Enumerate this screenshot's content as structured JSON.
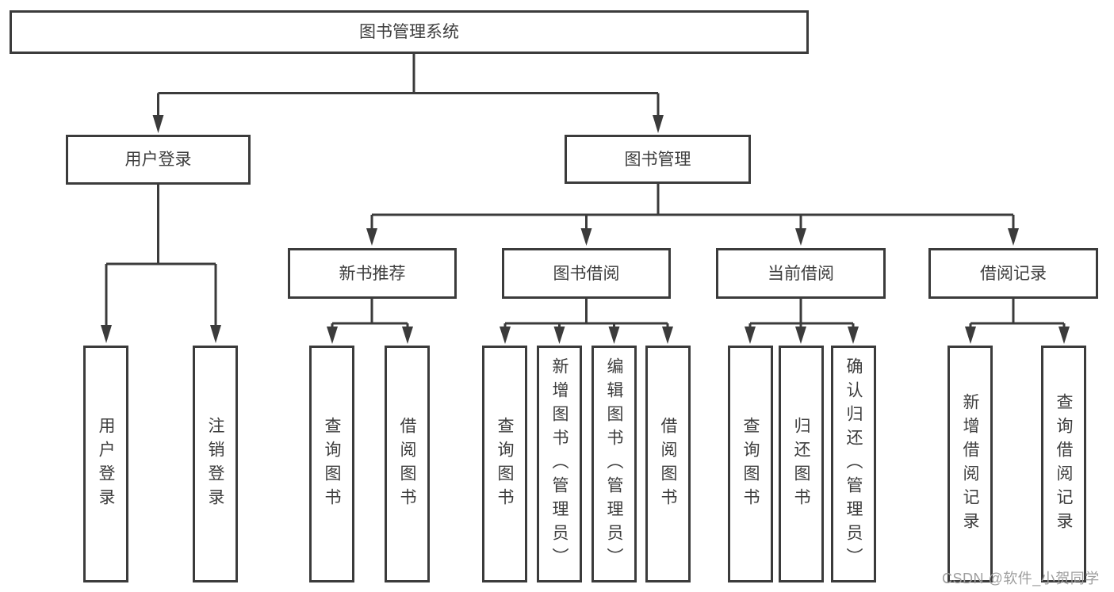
{
  "diagram_type": "functional-decomposition-tree",
  "root": {
    "label": "图书管理系统"
  },
  "level2": [
    {
      "id": "user-login",
      "label": "用户登录",
      "parent": "root"
    },
    {
      "id": "book-management",
      "label": "图书管理",
      "parent": "root"
    }
  ],
  "level3": [
    {
      "id": "new-book-recommendation",
      "label": "新书推荐",
      "parent": "book-management"
    },
    {
      "id": "book-borrowing",
      "label": "图书借阅",
      "parent": "book-management"
    },
    {
      "id": "current-borrowing",
      "label": "当前借阅",
      "parent": "book-management"
    },
    {
      "id": "borrowing-records",
      "label": "借阅记录",
      "parent": "book-management"
    }
  ],
  "leaves": [
    {
      "label": "用户登录",
      "parent": "user-login"
    },
    {
      "label": "注销登录",
      "parent": "user-login"
    },
    {
      "label": "查询图书",
      "parent": "new-book-recommendation"
    },
    {
      "label": "借阅图书",
      "parent": "new-book-recommendation"
    },
    {
      "label": "查询图书",
      "parent": "book-borrowing"
    },
    {
      "label": "新增图书（管理员）",
      "parent": "book-borrowing"
    },
    {
      "label": "编辑图书（管理员）",
      "parent": "book-borrowing"
    },
    {
      "label": "借阅图书",
      "parent": "book-borrowing"
    },
    {
      "label": "查询图书",
      "parent": "current-borrowing"
    },
    {
      "label": "归还图书",
      "parent": "current-borrowing"
    },
    {
      "label": "确认归还（管理员）",
      "parent": "current-borrowing"
    },
    {
      "label": "新增借阅记录",
      "parent": "borrowing-records"
    },
    {
      "label": "查询借阅记录",
      "parent": "borrowing-records"
    }
  ],
  "watermark": {
    "text": "CSDN @软件_小贺同学"
  },
  "colors": {
    "line": "#3b3b3b",
    "box_border": "#3b3b3b",
    "text": "#3d3d3d",
    "background": "#ffffff",
    "watermark": "#9e9e9e"
  }
}
